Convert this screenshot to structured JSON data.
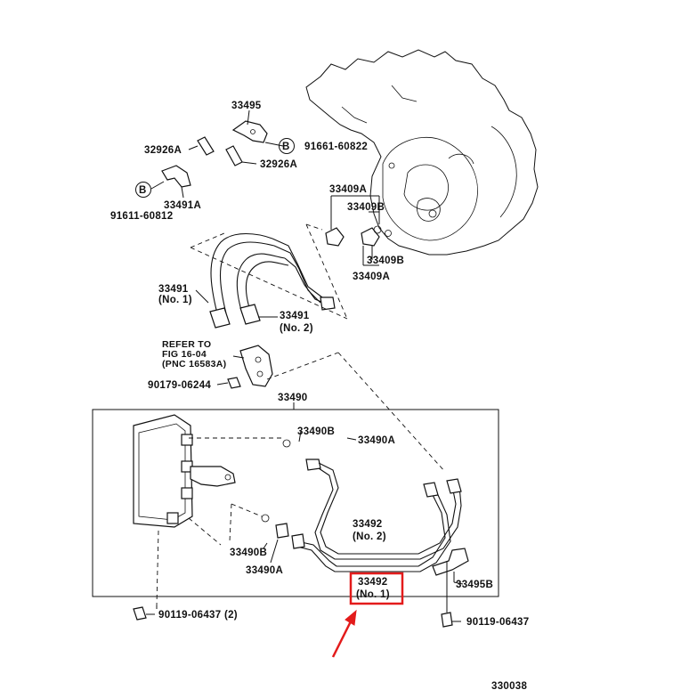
{
  "labels": {
    "p33495": "33495",
    "p32926a_left": "32926A",
    "p32926a_right": "32926A",
    "p33491a": "33491A",
    "b_circle_1": "B",
    "b_circle_2": "B",
    "bolt_91661": "91661-60822",
    "bolt_91611": "91611-60812",
    "p33409a_top": "33409A",
    "p33409b_top": "33409B",
    "p33409b_bottom": "33409B",
    "p33409a_bottom": "33409A",
    "p33491_no1_num": "33491",
    "p33491_no1_sub": "(No. 1)",
    "p33491_no2_num": "33491",
    "p33491_no2_sub": "(No. 2)",
    "refer_line1": "REFER TO",
    "refer_line2": "FIG 16-04",
    "refer_line3": "(PNC 16583A)",
    "bolt_90179": "90179-06244",
    "p33490": "33490",
    "p33490b_top": "33490B",
    "p33490a_top": "33490A",
    "p33490b_bottom": "33490B",
    "p33490a_bottom": "33490A",
    "p33492_no2_num": "33492",
    "p33492_no2_sub": "(No. 2)",
    "p33492_no1_num": "33492",
    "p33492_no1_sub": "(No. 1)",
    "p33495b": "33495B",
    "bolt_90119_left": "90119-06437 (2)",
    "bolt_90119_right": "90119-06437",
    "figure_number": "330038"
  },
  "highlight": {
    "color": "#e31b1b",
    "target": "33492 (No. 1)"
  }
}
